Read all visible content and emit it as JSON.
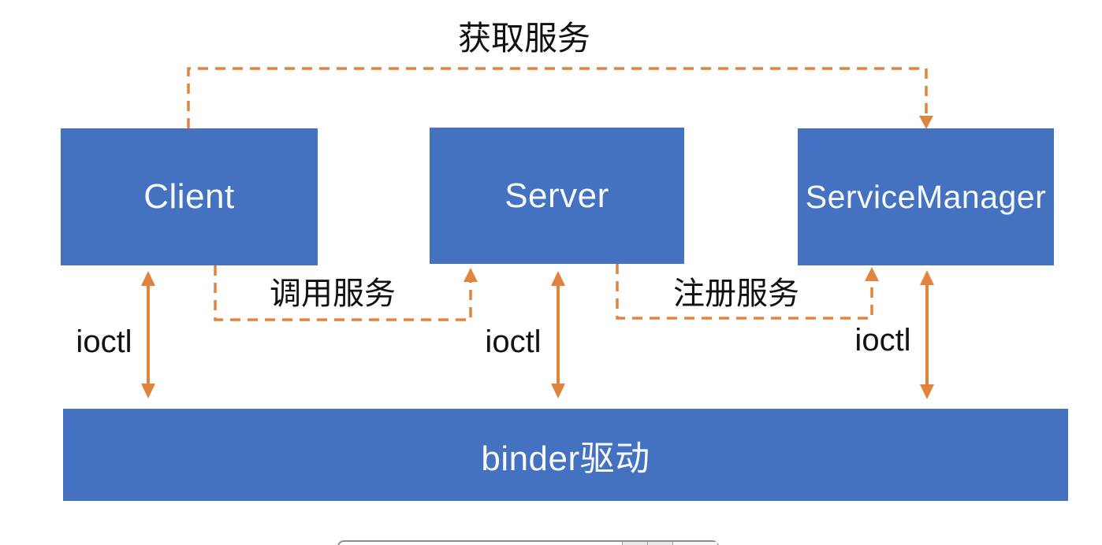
{
  "diagram": {
    "nodes": {
      "client": {
        "label": "Client"
      },
      "server": {
        "label": "Server"
      },
      "service_manager": {
        "label": "ServiceManager"
      },
      "binder_driver": {
        "label": "binder驱动"
      }
    },
    "edges": {
      "get_service": {
        "label": "获取服务",
        "from": "Client",
        "to": "ServiceManager",
        "style": "dashed-arrow"
      },
      "call_service": {
        "label": "调用服务",
        "from": "Client",
        "to": "Server",
        "style": "dashed-arrow"
      },
      "register_service": {
        "label": "注册服务",
        "from": "Server",
        "to": "ServiceManager",
        "style": "dashed-arrow"
      },
      "ioctl_client": {
        "label": "ioctl",
        "from": "Client",
        "to": "binder驱动",
        "style": "solid-double-arrow"
      },
      "ioctl_server": {
        "label": "ioctl",
        "from": "Server",
        "to": "binder驱动",
        "style": "solid-double-arrow"
      },
      "ioctl_service_manager": {
        "label": "ioctl",
        "from": "ServiceManager",
        "to": "binder驱动",
        "style": "solid-double-arrow"
      }
    },
    "colors": {
      "node_fill": "#4571C1",
      "node_text": "#F7FAFD",
      "connector_orange": "#E2833E",
      "label_text": "#111111",
      "background": "#FFFFFF"
    }
  }
}
